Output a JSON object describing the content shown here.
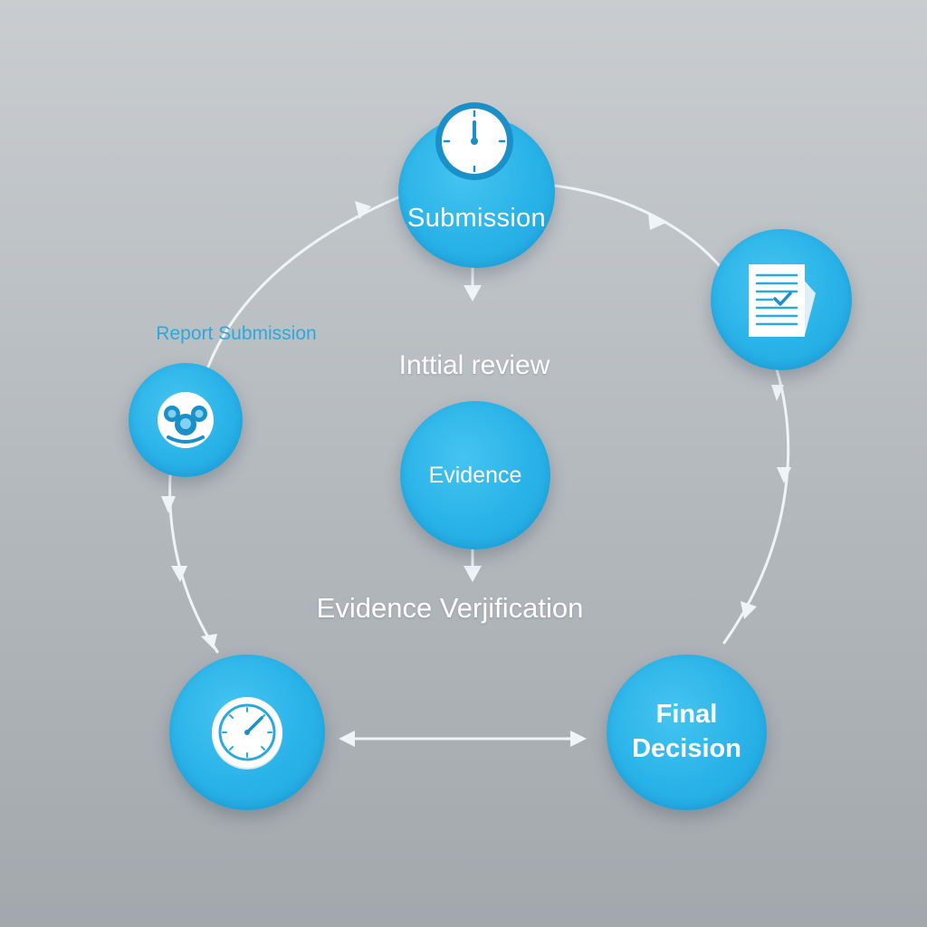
{
  "colors": {
    "node_fill": "#29b2e8",
    "node_dark": "#1a8fc8",
    "connector": "#eef4f8",
    "label_blue": "#2aa8e0",
    "label_white": "#ffffff"
  },
  "nodes": {
    "top": {
      "label": "Submission",
      "icon": "clock-icon"
    },
    "right": {
      "icon": "document-checklist-icon"
    },
    "left": {
      "icon": "group-people-icon"
    },
    "center": {
      "label": "Evidence"
    },
    "bottom_left": {
      "icon": "stopwatch-gauge-icon"
    },
    "bottom_right": {
      "label_line1": "Final",
      "label_line2": "Decision"
    }
  },
  "labels": {
    "report_submission": "Report Submission",
    "initial_review": "Inttial review",
    "evidence_verification": "Evidence Verjification"
  }
}
